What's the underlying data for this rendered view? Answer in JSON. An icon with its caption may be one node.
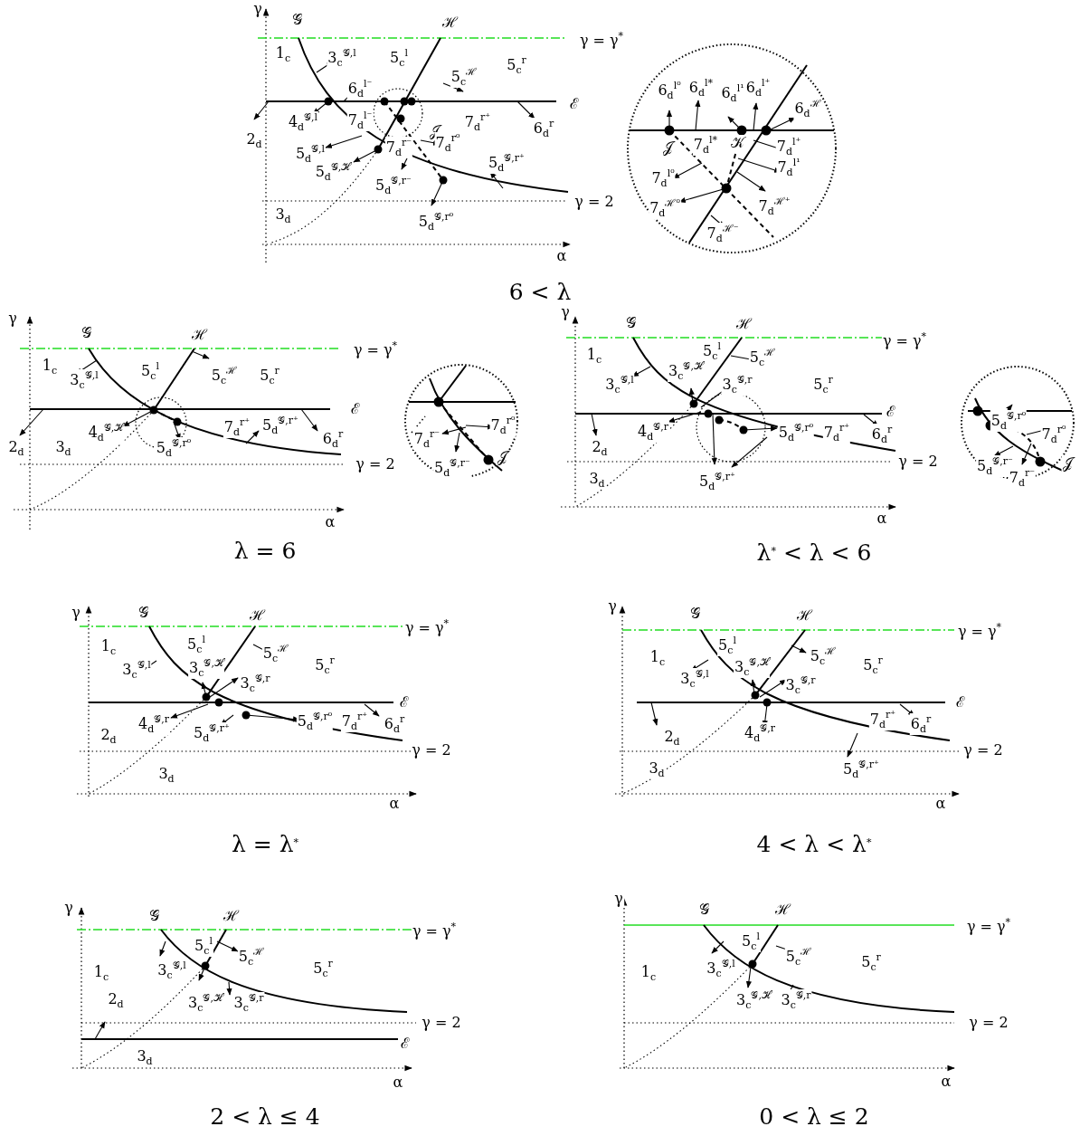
{
  "diagram": {
    "labels": [
      "γ",
      "𝒢",
      "ℋ",
      "γ = γ$^{*}$",
      "1$_{c}$",
      "3$_{c}$$^{𝒢,l}$",
      "5$_{c}$$^{l}$",
      "5$_{c}$$^{r}$",
      "5$_{c}$$^{ℋ}$",
      "6$_{d}$$^{l⁻}$",
      "ℰ",
      "4$_{d}$$^{𝒢,l}$",
      "7$_{d}$$^{l⁻}$",
      "𝒥",
      "7$_{d}$$^{r⁺}$",
      "6$_{d}$$^{r}$",
      "2$_{d}$",
      "5$_{d}$$^{𝒢,l}$",
      "7$_{d}$$^{r⁻}$",
      "7$_{d}$$^{r⁰}$",
      "5$_{d}$$^{𝒢,r⁺}$",
      "5$_{d}$$^{𝒢,ℋ}$",
      "5$_{d}$$^{𝒢,r⁻}$",
      "γ = 2",
      "3$_{d}$",
      "5$_{d}$$^{𝒢,r⁰}$",
      "α",
      "6$_{d}$$^{l⁰}$",
      "6$_{d}$$^{l*}$",
      "6$_{d}$$^{l¹}$",
      "6$_{d}$$^{l⁺}$",
      "6$_{d}$$^{ℋ}$",
      "𝒥",
      "7$_{d}$$^{l*}$",
      "𝒦",
      "7$_{d}$$^{l⁺}$",
      "7$_{d}$$^{l¹}$",
      "7$_{d}$$^{l⁰}$",
      "7$_{d}$$^{ℋ⁰}$",
      "7$_{d}$$^{ℋ⁺}$",
      "7$_{d}$$^{ℋ⁻}$",
      "6 < λ",
      "γ",
      "𝒢",
      "ℋ",
      "γ = γ$^{*}$",
      "1$_{c}$",
      "5$_{c}$$^{l}$",
      "3$_{c}$$^{𝒢,l}$",
      "5$_{c}$$^{ℋ}$",
      "5$_{c}$$^{r}$",
      "ℰ",
      "4$_{d}$$^{𝒢,ℋ}$",
      "7$_{d}$$^{r⁺}$",
      "5$_{d}$$^{𝒢,r⁺}$",
      "6$_{d}$$^{r}$",
      "2$_{d}$",
      "3$_{d}$",
      "5$_{d}$$^{𝒢,r⁰}$",
      "γ = 2",
      "α",
      "7$_{d}$$^{r⁰}$",
      "7$_{d}$$^{r⁻}$",
      "𝒥",
      "5$_{d}$$^{𝒢,r⁻}$",
      "λ = 6",
      "γ",
      "𝒢",
      "ℋ",
      "γ = γ$^{*}$",
      "1$_{c}$",
      "5$_{c}$$^{l}$",
      "5$_{c}$$^{ℋ}$",
      "3$_{c}$$^{𝒢,ℋ}$",
      "3$_{c}$$^{𝒢,l}$",
      "3$_{c}$$^{𝒢,r}$",
      "5$_{c}$$^{r}$",
      "ℰ",
      "4$_{d}$$^{𝒢,r}$",
      "5$_{d}$$^{𝒢,r⁰}$",
      "7$_{d}$$^{r⁺}$",
      "6$_{d}$$^{r}$",
      "2$_{d}$",
      "γ = 2",
      "3$_{d}$",
      "5$_{d}$$^{𝒢,r⁺}$",
      "α",
      "5$_{d}$$^{𝒢,r⁰}$",
      "7$_{d}$$^{r⁰}$",
      "5$_{d}$$^{𝒢,r⁻}$",
      "7$_{d}$$^{r⁻}$",
      "𝒥",
      "λ$^{*}$ < λ < 6",
      "γ",
      "𝒢",
      "ℋ",
      "γ = γ$^{*}$",
      "1$_{c}$",
      "5$_{c}$$^{l}$",
      "5$_{c}$$^{ℋ}$",
      "3$_{c}$$^{𝒢,l}$",
      "3$_{c}$$^{𝒢,ℋ}$",
      "5$_{c}$$^{r}$",
      "3$_{c}$$^{𝒢,r}$",
      "ℰ",
      "4$_{d}$$^{𝒢,r}$",
      "5$_{d}$$^{𝒢,r⁰}$",
      "7$_{d}$$^{r⁺}$",
      "6$_{d}$$^{r}$",
      "2$_{d}$",
      "5$_{d}$$^{𝒢,r⁺}$",
      "γ = 2",
      "3$_{d}$",
      "α",
      "λ = λ$^{*}$",
      "γ",
      "𝒢",
      "ℋ",
      "γ = γ$^{*}$",
      "1$_{c}$",
      "5$_{c}$$^{l}$",
      "5$_{c}$$^{ℋ}$",
      "3$_{c}$$^{𝒢,ℋ}$",
      "3$_{c}$$^{𝒢,l}$",
      "5$_{c}$$^{r}$",
      "3$_{c}$$^{𝒢,r}$",
      "ℰ",
      "7$_{d}$$^{r⁺}$",
      "6$_{d}$$^{r}$",
      "2$_{d}$",
      "4$_{d}$$^{𝒢,r}$",
      "γ = 2",
      "3$_{d}$",
      "5$_{d}$$^{𝒢,r⁺}$",
      "α",
      "4 < λ < λ$^{*}$",
      "γ",
      "𝒢",
      "ℋ",
      "γ = γ$^{*}$",
      "5$_{c}$$^{l}$",
      "5$_{c}$$^{ℋ}$",
      "1$_{c}$",
      "3$_{c}$$^{𝒢,l}$",
      "5$_{c}$$^{r}$",
      "2$_{d}$",
      "3$_{c}$$^{𝒢,ℋ}$",
      "3$_{c}$$^{𝒢,r}$",
      "γ = 2",
      "ℰ",
      "3$_{d}$",
      "α",
      "2 < λ ≤ 4",
      "γ",
      "𝒢",
      "ℋ",
      "γ = γ$^{*}$",
      "5$_{c}$$^{l}$",
      "5$_{c}$$^{ℋ}$",
      "1$_{c}$",
      "3$_{c}$$^{𝒢,l}$",
      "5$_{c}$$^{r}$",
      "3$_{c}$$^{𝒢,ℋ}$",
      "3$_{c}$$^{𝒢,r}$",
      "γ = 2",
      "α",
      "0 < λ ≤ 2"
    ]
  }
}
